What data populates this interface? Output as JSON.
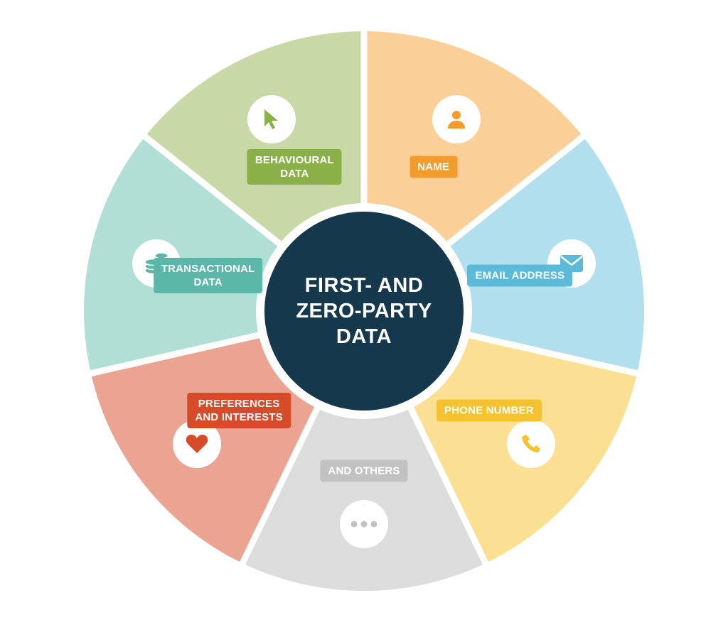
{
  "center": {
    "title_lines": [
      "FIRST- AND",
      "ZERO-PARTY",
      "DATA"
    ],
    "color": "#16384d"
  },
  "segments": [
    {
      "key": "name",
      "label_lines": [
        "NAME"
      ],
      "icon": "person-icon",
      "fill": "#fbcf98",
      "accent": "#f39c2c"
    },
    {
      "key": "email",
      "label_lines": [
        "EMAIL ADDRESS"
      ],
      "icon": "envelope-icon",
      "fill": "#b2dfee",
      "accent": "#5bbad8"
    },
    {
      "key": "phone",
      "label_lines": [
        "PHONE NUMBER"
      ],
      "icon": "phone-icon",
      "fill": "#fbe094",
      "accent": "#f6c230"
    },
    {
      "key": "others",
      "label_lines": [
        "AND OTHERS"
      ],
      "icon": "ellipsis-icon",
      "fill": "#dcdcdc",
      "accent": "#c2c2c2"
    },
    {
      "key": "preferences",
      "label_lines": [
        "PREFERENCES",
        "AND INTERESTS"
      ],
      "icon": "heart-icon",
      "fill": "#eba392",
      "accent": "#d84b2a"
    },
    {
      "key": "transactional",
      "label_lines": [
        "TRANSACTIONAL",
        "DATA"
      ],
      "icon": "coins-icon",
      "fill": "#b1ded5",
      "accent": "#5bb8a8"
    },
    {
      "key": "behavioural",
      "label_lines": [
        "BEHAVIOURAL",
        "DATA"
      ],
      "icon": "cursor-icon",
      "fill": "#c8d9a7",
      "accent": "#8ab148"
    }
  ]
}
